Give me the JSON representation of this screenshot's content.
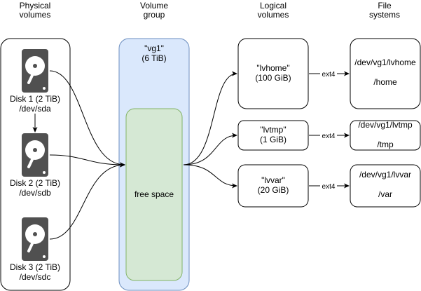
{
  "headers": {
    "physical": [
      "Physical",
      "volumes"
    ],
    "group": [
      "Volume",
      "group"
    ],
    "logical": [
      "Logical",
      "volumes"
    ],
    "fs": [
      "File",
      "systems"
    ]
  },
  "disks": [
    {
      "name": "Disk 1 (2 TiB)",
      "dev": "/dev/sda"
    },
    {
      "name": "Disk 2 (2 TiB)",
      "dev": "/dev/sdb"
    },
    {
      "name": "Disk 3 (2 TiB)",
      "dev": "/dev/sdc"
    }
  ],
  "vg": {
    "name": "\"vg1\"",
    "size": "(6 TiB)",
    "free": "free space"
  },
  "lvs": [
    {
      "name": "\"lvhome\"",
      "size": "(100 GiB)",
      "edge": "ext4",
      "fs_dev": "/dev/vg1/lvhome",
      "mount": "/home"
    },
    {
      "name": "\"lvtmp\"",
      "size": "(1 GiB)",
      "edge": "ext4",
      "fs_dev": "/dev/vg1/lvtmp",
      "mount": "/tmp"
    },
    {
      "name": "\"lvvar\"",
      "size": "(20 GiB)",
      "edge": "ext4",
      "fs_dev": "/dev/vg1/lvvar",
      "mount": "/var"
    }
  ],
  "colors": {
    "vg_fill": "#dae8fc",
    "vg_stroke": "#6c8ebf",
    "free_fill": "#d5e8d4",
    "free_stroke": "#82b366",
    "disk": "#505050"
  }
}
